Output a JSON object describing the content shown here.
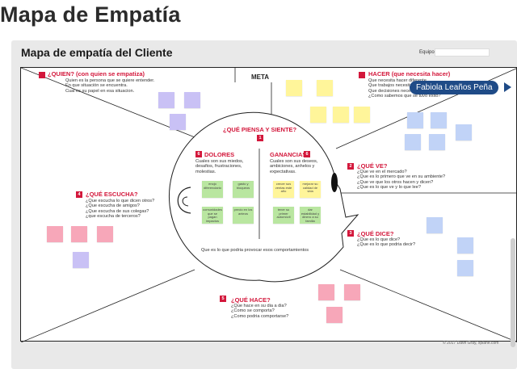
{
  "page": {
    "title": "Mapa de Empatía"
  },
  "canvas": {
    "title": "Mapa de empatía del Cliente",
    "team_label": "Equipo",
    "team_value": "",
    "meta_label": "META",
    "copyright": "© 2017 Dave Gray, xplane.com",
    "user_chip": "Fabiola Leaños Peña"
  },
  "sections": {
    "quien": {
      "title": "¿QUIEN? (con quien se empatiza)",
      "text": "Quien es la persona que se quiere entender.\nEn que situación se encuentra.\nCual es su papel en esa situacion."
    },
    "hacer": {
      "title": "HACER (que necesita hacer)",
      "text": "Que necesita hacer diferente\nQue trabajos necesita realizar\nQue decisiones necesita tomar\n¿Como sabemos que se tuvo éxito?"
    },
    "piensa": {
      "title": "¿QUÉ PIENSA Y SIENTE?",
      "number": "1"
    },
    "dolores": {
      "title": "DOLORES",
      "number": "6",
      "text": "Cuales son sus miedos,\ndesafios, frustraciones,\nmolestias."
    },
    "ganancias": {
      "title": "GANANCIAS",
      "number": "6",
      "text": "Cuales son sus deseos,\nambiciones, anhelos y\nexpectativas."
    },
    "ve": {
      "title": "¿QUÉ VE?",
      "number": "2",
      "text": "¿Que ve en el mercado?\n¿Que es lo primero que ve en su ambiente?\n¿Que ve que los otros hacen y dicen?\n¿Que es lo que ve y lo que lee?"
    },
    "escucha": {
      "title": "¿QUÉ ESCUCHA?",
      "number": "4",
      "text": "¿Que escucha lo que dicen otros?\n¿Que escucha de amigos?\n¿Que escucha de sus colegas?\n¿que escucha de terceros?"
    },
    "dice": {
      "title": "¿QUÉ DICE?",
      "number": "3",
      "text": "¿Que es lo que dice?\n¿Que es lo que podria decir?"
    },
    "hace": {
      "title": "¿QUÉ HACE?",
      "number": "5",
      "text": "¿Que hace en su dia a dia?\n¿Como se comporta?\n¿Como podria comportarse?"
    },
    "head_caption": "Que es lo que podria provocar esos comportamientos"
  },
  "notes": {
    "dolores": [
      "enojo diferenciario",
      "gasto y bloqueos",
      "comunidades que se pagan impactos",
      "precio en los anteos"
    ],
    "ganancias": [
      "crecer sus ventas este año",
      "mejorar su calidad de vida",
      "tener su primer automóvil",
      "dar estabilidad y dinero a su familia"
    ]
  },
  "colors": {
    "accent": "#d3173b",
    "user_chip": "#1f4b87"
  }
}
